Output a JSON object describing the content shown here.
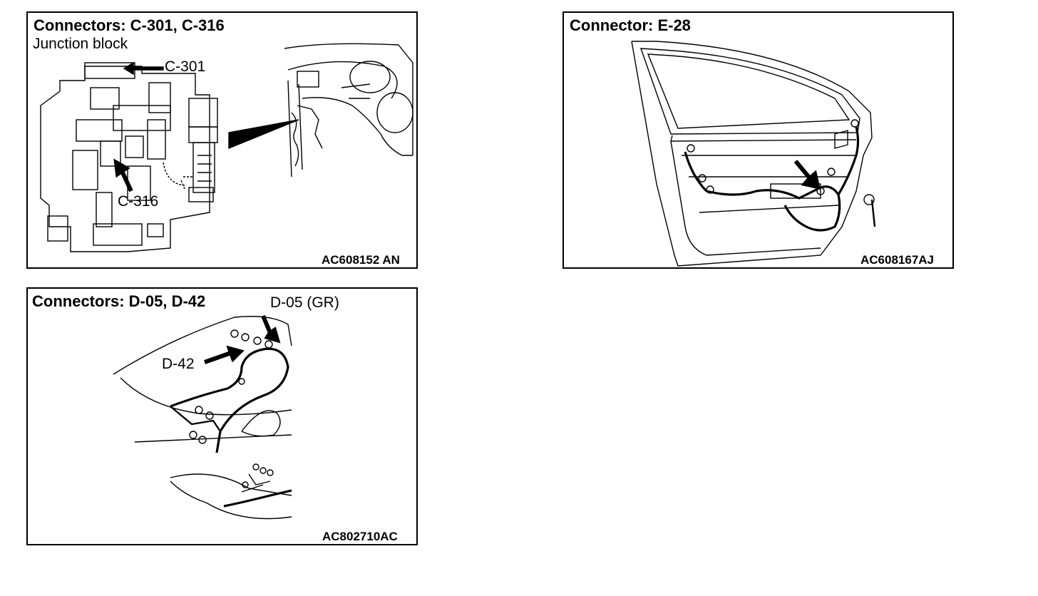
{
  "panels": [
    {
      "title": "Connectors: C-301, C-316",
      "subtitle": "Junction block",
      "callouts": [
        "C-301",
        "C-316"
      ],
      "code": "AC608152 AN"
    },
    {
      "title": "Connector: E-28",
      "code": "AC608167AJ"
    },
    {
      "title": "Connectors: D-05, D-42",
      "callouts": [
        "D-05 (GR)",
        "D-42"
      ],
      "code": "AC802710AC"
    }
  ]
}
